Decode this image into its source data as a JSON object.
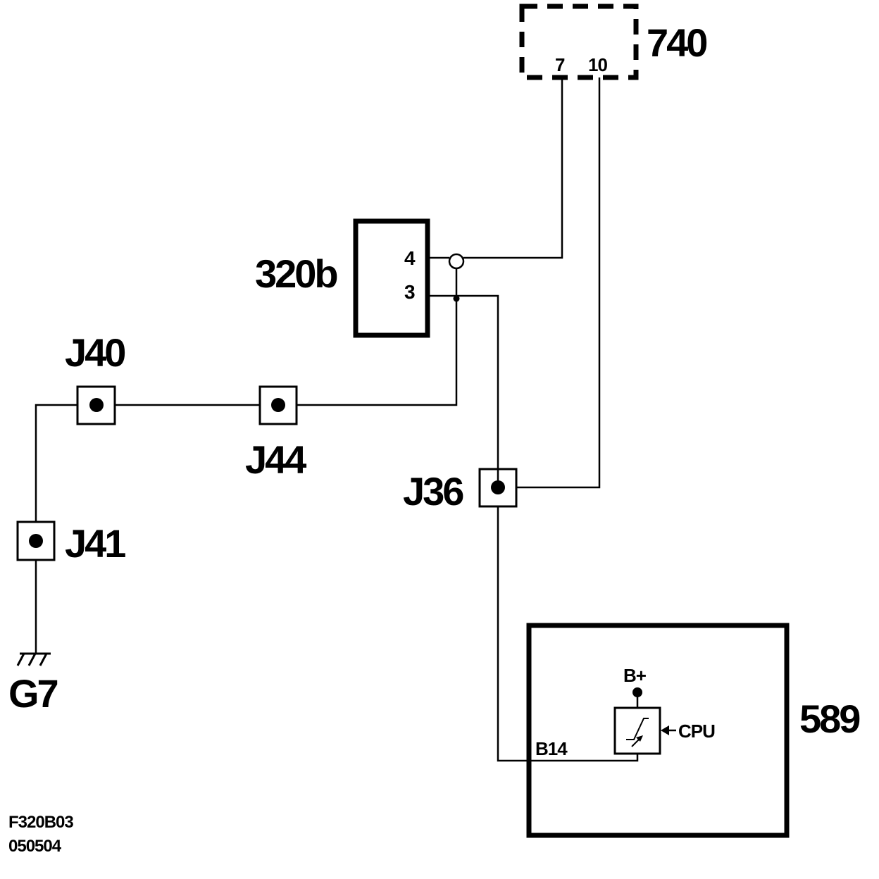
{
  "components": {
    "c740": {
      "label": "740",
      "pin_a": "7",
      "pin_b": "10"
    },
    "c320b": {
      "label": "320b",
      "pin_a": "4",
      "pin_b": "3"
    },
    "c589": {
      "label": "589",
      "pin": "B14",
      "supply": "B+",
      "control": "CPU"
    }
  },
  "junctions": {
    "j40": "J40",
    "j44": "J44",
    "j41": "J41",
    "j36": "J36"
  },
  "ground": {
    "label": "G7"
  },
  "footer": {
    "code": "F320B03",
    "date": "050504"
  }
}
